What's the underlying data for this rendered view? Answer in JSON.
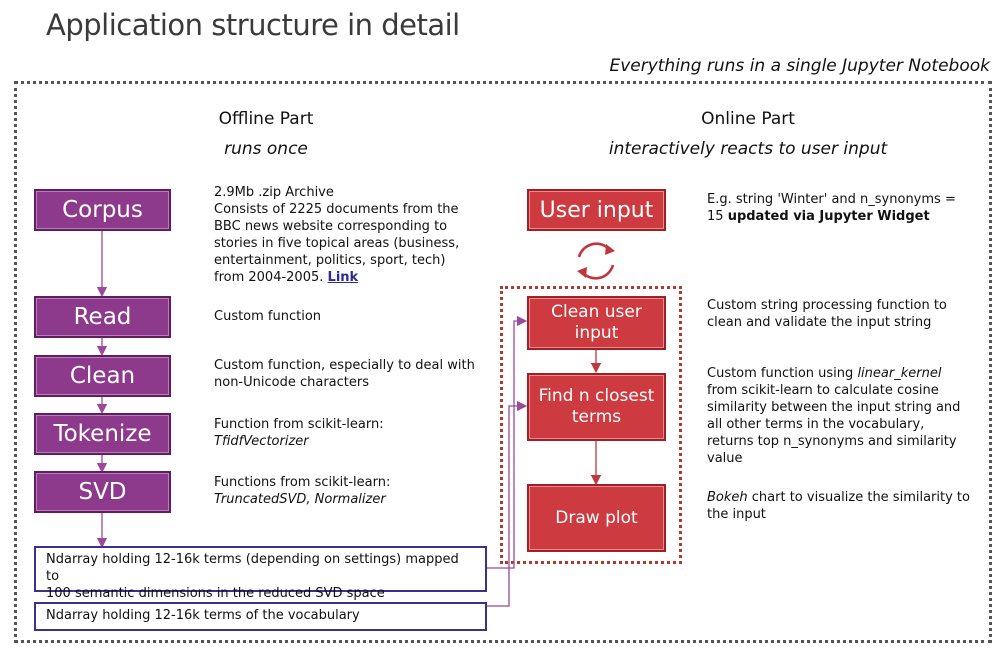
{
  "title": "Application structure in detail",
  "subtitle": "Everything runs in a single Jupyter Notebook",
  "offline": {
    "heading": "Offline Part",
    "subheading": "runs once",
    "steps": [
      {
        "label": "Corpus",
        "desc_lines": [
          "2.9Mb .zip Archive",
          "Consists of 2225 documents from the",
          "BBC news website corresponding to",
          "stories in five topical areas (business,",
          "entertainment, politics, sport, tech)",
          "from 2004-2005."
        ],
        "link": "Link"
      },
      {
        "label": "Read",
        "desc_lines": [
          "Custom function"
        ]
      },
      {
        "label": "Clean",
        "desc_lines": [
          "Custom function, especially to deal with",
          "non-Unicode characters"
        ]
      },
      {
        "label": "Tokenize",
        "desc_lines": [
          "Function from scikit-learn:"
        ],
        "desc_italic": "TfidfVectorizer"
      },
      {
        "label": "SVD",
        "desc_lines": [
          "Functions from scikit-learn:"
        ],
        "desc_italic": "TruncatedSVD, Normalizer"
      }
    ],
    "ndarrays": [
      {
        "lines": [
          "Ndarray holding 12-16k terms (depending on settings) mapped to",
          "100 semantic dimensions in the reduced SVD space"
        ]
      },
      {
        "lines": [
          "Ndarray holding 12-16k terms of the vocabulary"
        ]
      }
    ]
  },
  "online": {
    "heading": "Online Part",
    "subheading": "interactively reacts to user input",
    "user_input": {
      "label": "User input",
      "desc_lines": [
        "E.g. string 'Winter' and n_synonyms =",
        "15"
      ],
      "desc_bold": "updated via Jupyter Widget"
    },
    "steps": [
      {
        "label": "Clean user input",
        "desc_lines": [
          "Custom string processing function to",
          "clean and validate the input string"
        ]
      },
      {
        "label": "Find n closest terms",
        "desc_prefix": "Custom function using",
        "desc_italic": "linear_kernel",
        "desc_lines": [
          "from scikit-learn to calculate cosine",
          "similarity between the input string and",
          "all other terms in the vocabulary,",
          "returns top n_synonyms and similarity",
          "value"
        ]
      },
      {
        "label": "Draw plot",
        "desc_italic": "Bokeh",
        "desc_lines": [
          " chart to visualize the similarity to",
          "the input"
        ]
      }
    ]
  },
  "colors": {
    "offline_box": "#8e3a8c",
    "offline_arrow": "#9a4a98",
    "online_box": "#cd3b40",
    "online_arrow": "#c0363c",
    "ndarray_border": "#3b2f8f"
  },
  "icons": {
    "refresh": "refresh-cycle-icon"
  }
}
